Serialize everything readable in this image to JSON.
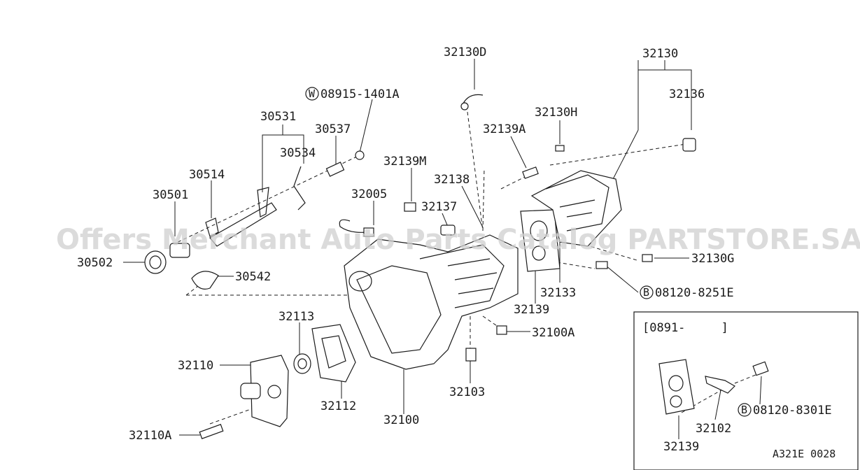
{
  "watermark": "Offers Merchant Auto Parts Catalog PARTSTORE.SA",
  "diagram_code": "A321E 0028",
  "inset_label": "[0891-     ]",
  "circle_w": "W",
  "circle_b": "B",
  "labels": {
    "l_32130D": "32130D",
    "l_32130": "32130",
    "l_32136": "32136",
    "l_32130H": "32130H",
    "l_32139A": "32139A",
    "l_08915": "08915-1401A",
    "l_30531": "30531",
    "l_30537": "30537",
    "l_30534": "30534",
    "l_30514": "30514",
    "l_30501": "30501",
    "l_32139M": "32139M",
    "l_32138": "32138",
    "l_32005": "32005",
    "l_32137": "32137",
    "l_30502": "30502",
    "l_30542": "30542",
    "l_32130G": "32130G",
    "l_08120_8251": "08120-8251E",
    "l_32133": "32133",
    "l_32139": "32139",
    "l_32100A": "32100A",
    "l_32113": "32113",
    "l_32110": "32110",
    "l_32112": "32112",
    "l_32100": "32100",
    "l_32103": "32103",
    "l_32110A": "32110A",
    "l_32102": "32102",
    "l_08120_8301": "08120-8301E",
    "l_32139_inset": "32139"
  }
}
